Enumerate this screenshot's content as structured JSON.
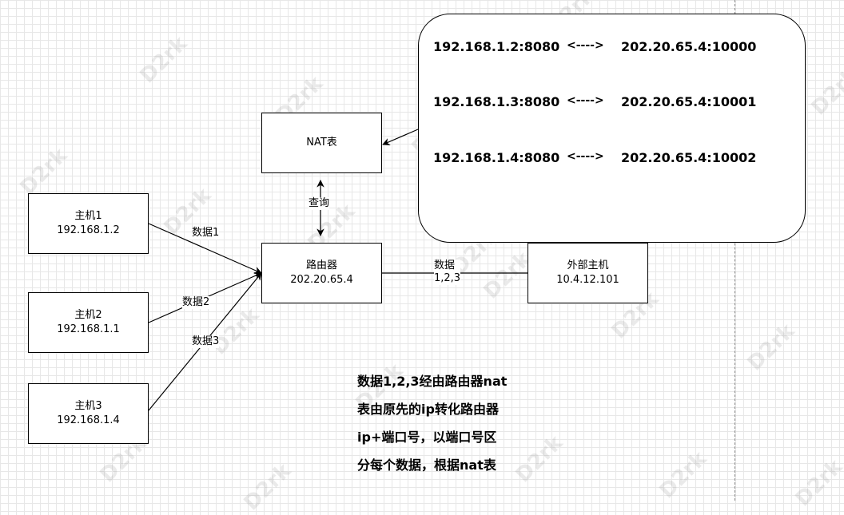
{
  "nodes": {
    "host1": {
      "name": "主机1",
      "ip": "192.168.1.2"
    },
    "host2": {
      "name": "主机2",
      "ip": "192.168.1.1"
    },
    "host3": {
      "name": "主机3",
      "ip": "192.168.1.4"
    },
    "router": {
      "name": "路由器",
      "ip": "202.20.65.4"
    },
    "nat_table": {
      "label": "NAT表"
    },
    "external_host": {
      "name": "外部主机",
      "ip": "10.4.12.101"
    }
  },
  "nat_mappings": [
    {
      "internal": "192.168.1.2:8080",
      "arrow": "<---->",
      "external": "202.20.65.4:10000"
    },
    {
      "internal": "192.168.1.3:8080",
      "arrow": "<---->",
      "external": "202.20.65.4:10001"
    },
    {
      "internal": "192.168.1.4:8080",
      "arrow": "<---->",
      "external": "202.20.65.4:10002"
    }
  ],
  "edges": {
    "data1": "数据1",
    "data2": "数据2",
    "data3": "数据3",
    "query": "查询",
    "data_out_line1": "数据",
    "data_out_line2": "1,2,3"
  },
  "note": [
    "数据1,2,3经由路由器nat",
    "表由原先的ip转化路由器",
    "ip+端口号，以端口号区",
    "分每个数据，根据nat表"
  ],
  "watermark": "D2rk",
  "colors": {
    "stroke": "#000000",
    "grid": "#e7e7e7",
    "watermark": "#969696"
  }
}
